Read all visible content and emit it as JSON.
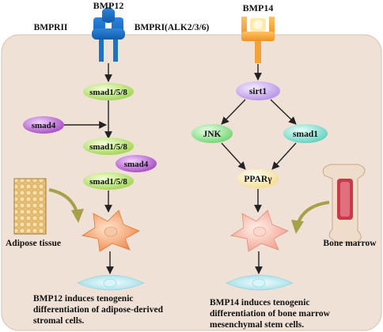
{
  "colors": {
    "background_panel": "#efe1d6",
    "panel_border": "#c7a78f",
    "receptor_bmp12": "#1c71c9",
    "receptor_bmp14": "#f3a23a",
    "smad_green": "#b9e07a",
    "smad_purple": "#b35cc8",
    "sirt1_purple": "#c9a8ec",
    "jnk_green": "#8fdf8f",
    "smad1_teal": "#7fd9c9",
    "ppar_yellow": "#fff0b5",
    "stromal_cell": "#f5a06b",
    "marrow_cell": "#f7b8a8",
    "tenocyte": "#bfe9f0",
    "arrow": "#222222",
    "olive_arrow": "#a6a04a"
  },
  "left_pathway": {
    "ligand": "BMP12",
    "receptor_left": "BMPRII",
    "receptor_right": "BMPRI(ALK2/3/6)",
    "node_smad158_a": "smad1/5/8",
    "node_smad4_free": "smad4",
    "node_smad158_b": "smad1/5/8",
    "node_smad4_bound": "smad4",
    "node_smad158_c": "smad1/5/8",
    "tissue_label": "Adipose tissue",
    "outcome_line1": "BMP12 induces tenogenic",
    "outcome_line2": "differentiation of adipose-derived",
    "outcome_line3": "stromal cells."
  },
  "right_pathway": {
    "ligand": "BMP14",
    "node_sirt1": "sirt1",
    "node_jnk": "JNK",
    "node_smad1": "smad1",
    "node_ppar": "PPARγ",
    "tissue_label": "Bone marrow",
    "outcome_line1": "BMP14 induces tenogenic",
    "outcome_line2": "differentiation of bone marrow",
    "outcome_line3": "mesenchymal stem cells."
  }
}
